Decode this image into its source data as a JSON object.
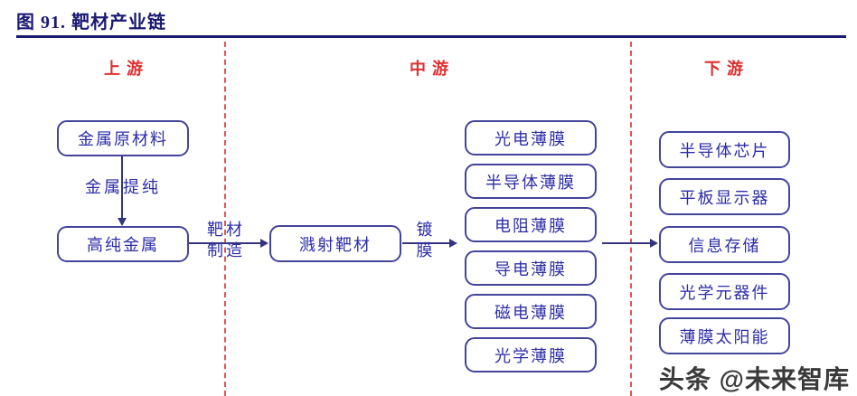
{
  "title": "图 91. 靶材产业链",
  "watermark": "头条 @未来智库",
  "colors": {
    "navy_title": "#1a1a72",
    "box_border": "#44449b",
    "box_text": "#2d2da8",
    "section_red": "#e02f2f",
    "divider_red": "#e05555"
  },
  "sections": [
    {
      "label": "上游"
    },
    {
      "label": "中游"
    },
    {
      "label": "下游"
    }
  ],
  "upstream": {
    "raw_material_box": "金属原材料",
    "purify_arrow_label": "金属提纯",
    "pure_metal_box": "高纯金属"
  },
  "midstream": {
    "manufacture_label_line1": "靶材",
    "manufacture_label_line2": "制造",
    "target_box": "溅射靶材",
    "coating_label_line1": "镀",
    "coating_label_line2": "膜",
    "films": [
      "光电薄膜",
      "半导体薄膜",
      "电阻薄膜",
      "导电薄膜",
      "磁电薄膜",
      "光学薄膜"
    ]
  },
  "downstream": {
    "items": [
      "半导体芯片",
      "平板显示器",
      "信息存储",
      "光学元器件",
      "薄膜太阳能"
    ]
  }
}
